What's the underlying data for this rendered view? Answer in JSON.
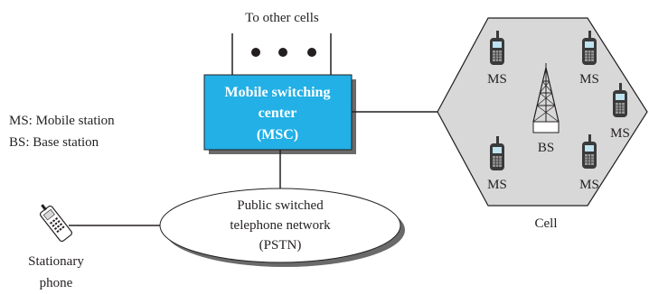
{
  "top_label": "To other cells",
  "msc": {
    "line1": "Mobile switching",
    "line2": "center",
    "line3": "(MSC)",
    "fill": "#22b0e6"
  },
  "legend": {
    "ms": "MS: Mobile station",
    "bs": "BS: Base station"
  },
  "pstn": {
    "line1": "Public switched",
    "line2": "telephone network",
    "line3": "(PSTN)"
  },
  "stationary_phone": {
    "line1": "Stationary",
    "line2": "phone"
  },
  "cell": {
    "label": "Cell",
    "fill": "#d8d8d8",
    "bs_label": "BS",
    "ms_labels": [
      "MS",
      "MS",
      "MS",
      "MS",
      "MS"
    ]
  }
}
